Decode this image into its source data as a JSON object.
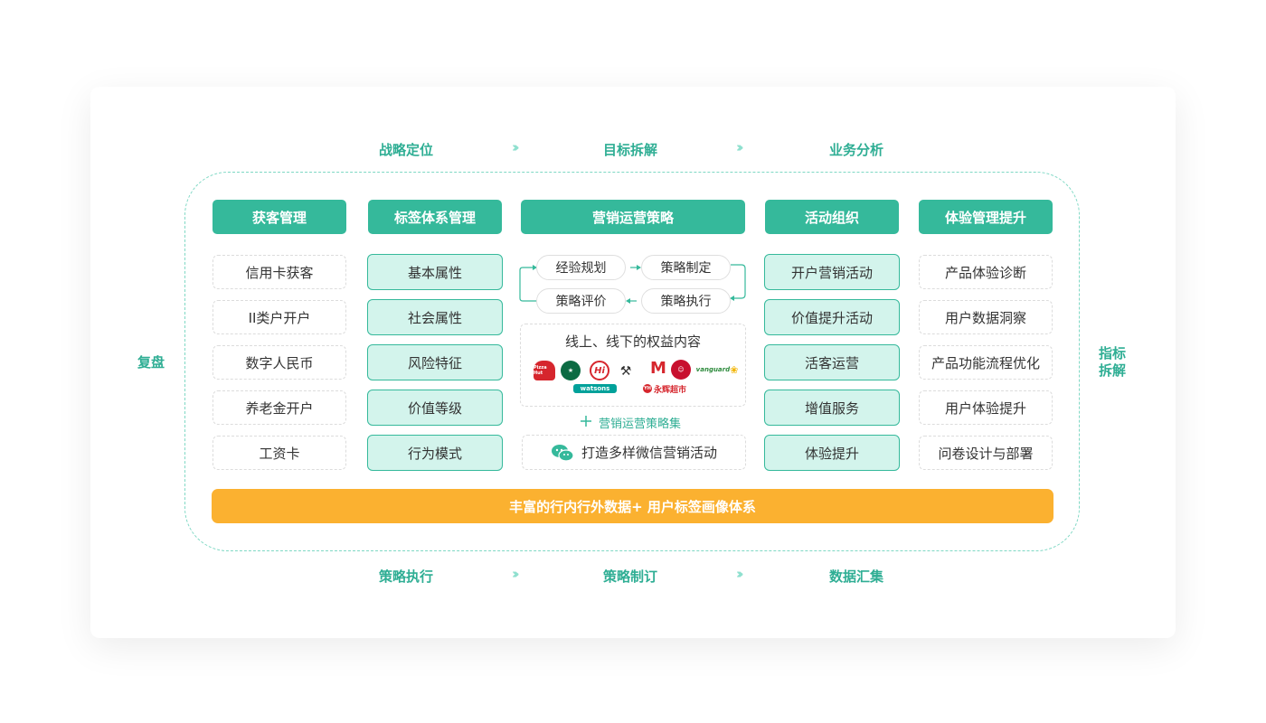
{
  "colors": {
    "accent": "#35b99b",
    "accent_light": "#d3f4ec",
    "accent_text": "#2fae94",
    "bar": "#fbb130"
  },
  "top_flow": [
    "战略定位",
    "目标拆解",
    "业务分析"
  ],
  "bottom_flow": [
    "策略执行",
    "策略制订",
    "数据汇集"
  ],
  "left_side_label": "复盘",
  "right_side_label": [
    "指标",
    "拆解"
  ],
  "columns": [
    {
      "title": "获客管理",
      "items": [
        "信用卡获客",
        "II类户开户",
        "数字人民币",
        "养老金开户",
        "工资卡"
      ]
    },
    {
      "title": "标签体系管理",
      "items": [
        "基本属性",
        "社会属性",
        "风险特征",
        "价值等级",
        "行为模式"
      ]
    },
    {
      "title": "营销运营策略"
    },
    {
      "title": "活动组织",
      "items": [
        "开户营销活动",
        "价值提升活动",
        "活客运营",
        "增值服务",
        "体验提升"
      ]
    },
    {
      "title": "体验管理提升",
      "items": [
        "产品体验诊断",
        "用户数据洞察",
        "产品功能流程优化",
        "用户体验提升",
        "问卷设计与部署"
      ]
    }
  ],
  "strategy_cycle": [
    "经验规划",
    "策略制定",
    "策略执行",
    "策略评价"
  ],
  "benefits": {
    "title": "线上、线下的权益内容",
    "logos": [
      "Pizza Hut",
      "starbucks-logo",
      "Hi",
      "kfc-logo",
      "M",
      "vanguard",
      "watsons",
      "永辉超市"
    ]
  },
  "strategy_set_label": "营销运营策略集",
  "wechat_label": "打造多样微信营销活动",
  "bottom_bar": "丰富的行内行外数据+ 用户标签画像体系"
}
